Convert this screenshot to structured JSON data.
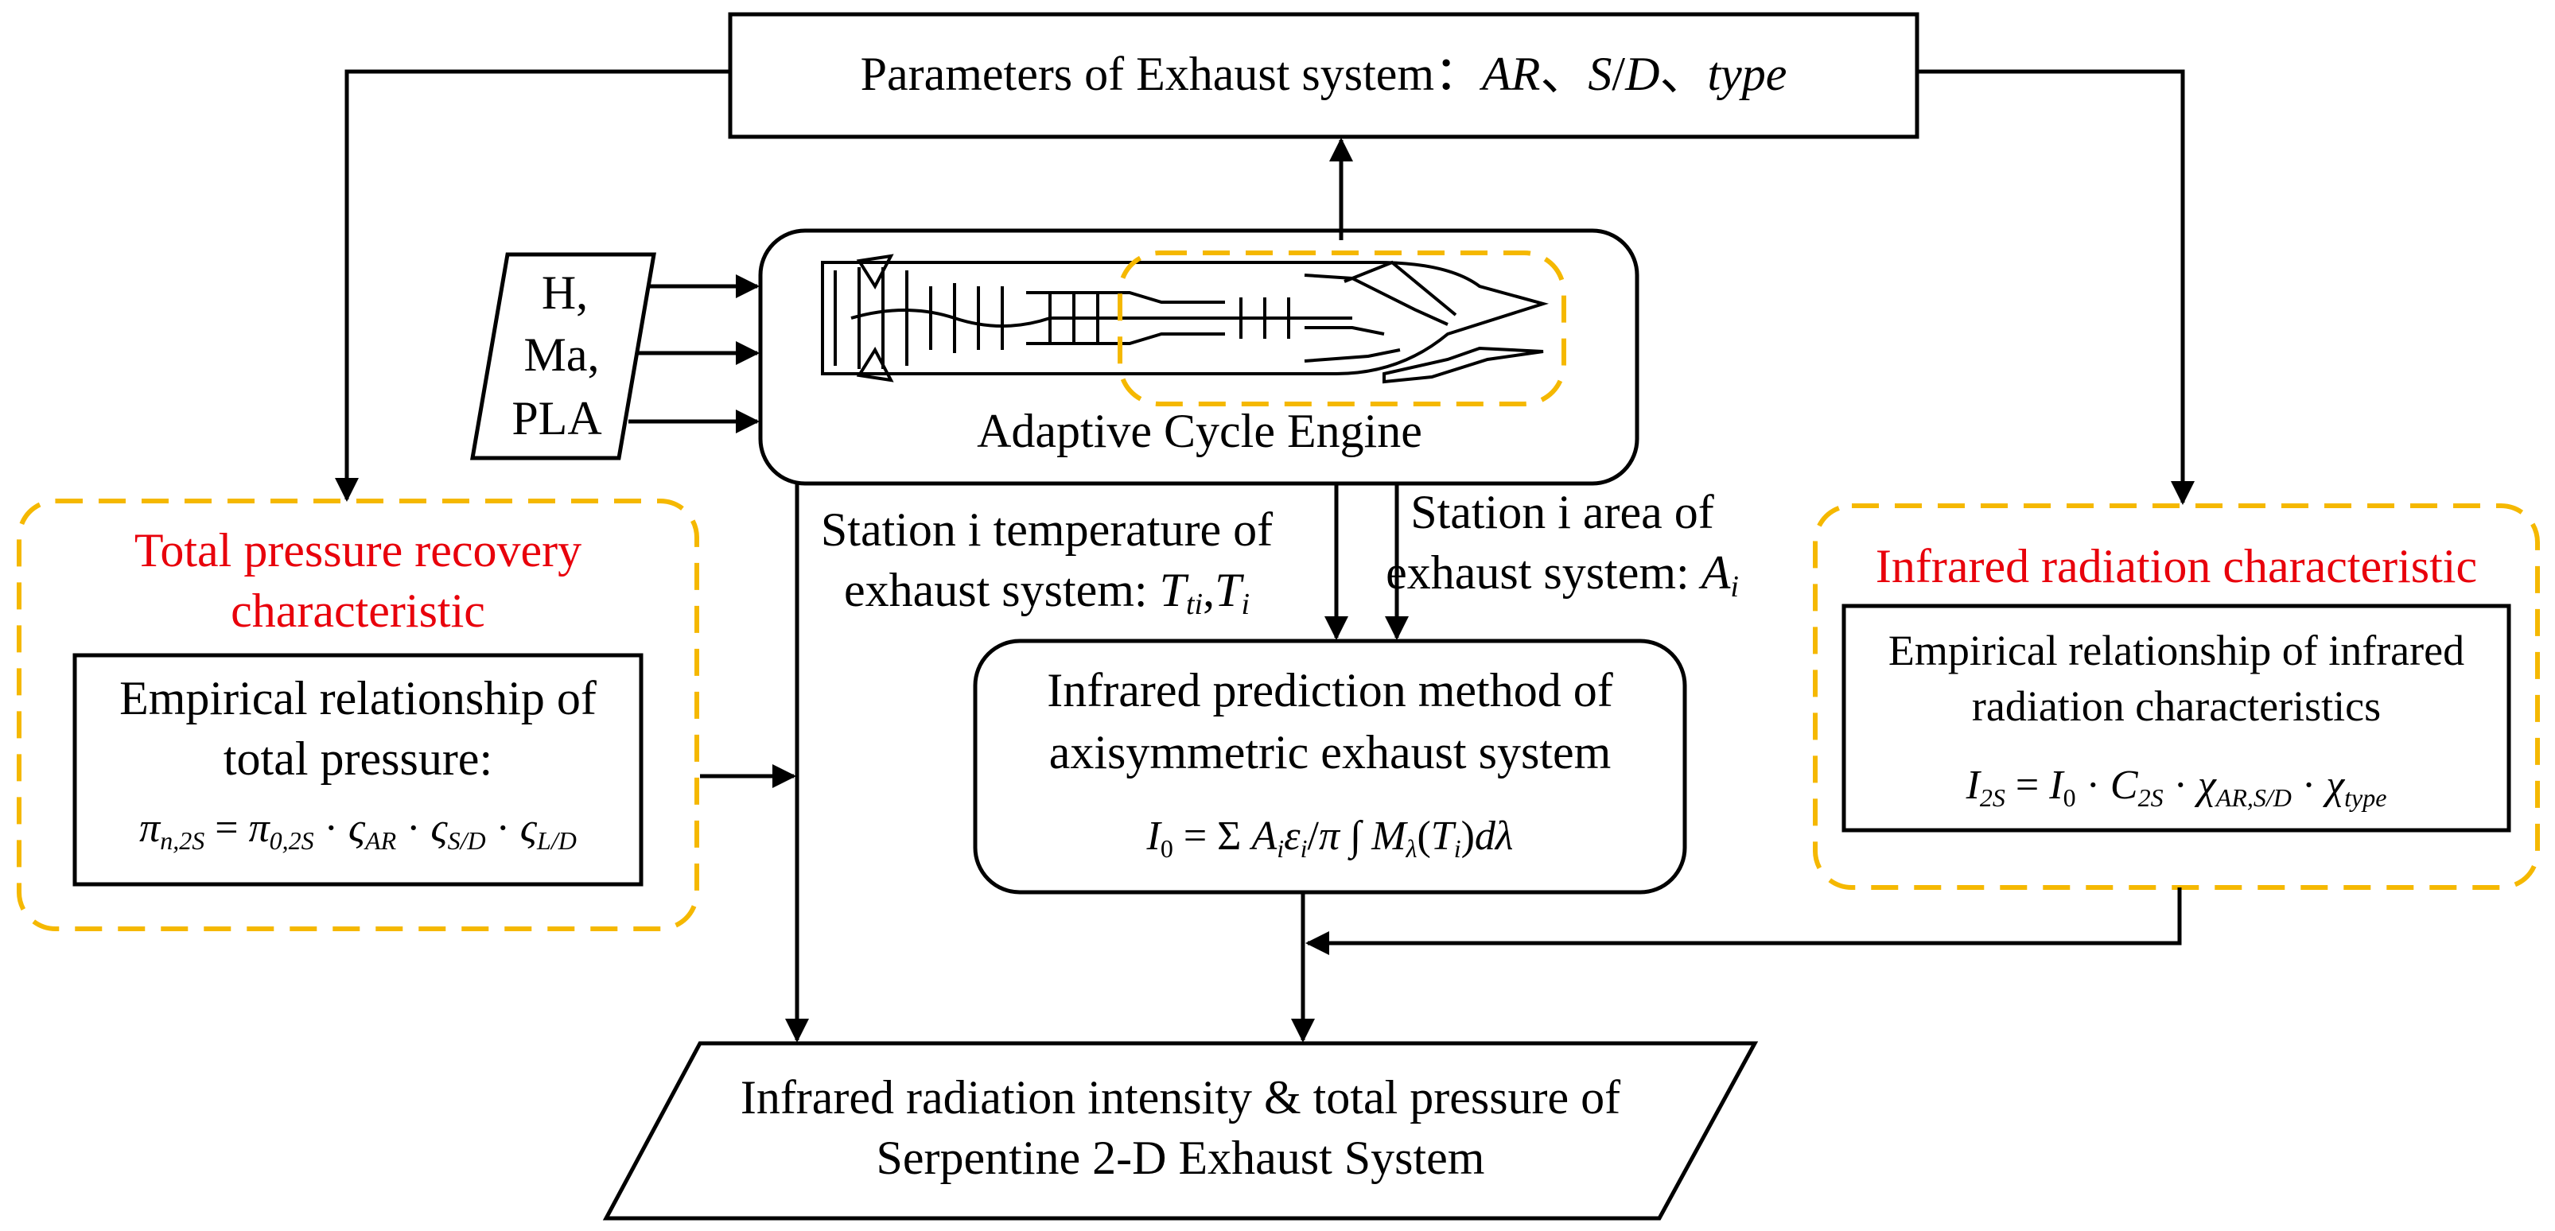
{
  "diagram": {
    "params_box": "Parameters of Exhaust system：AR、S/D、type",
    "inputs": [
      "H,",
      "Ma,",
      "PLA"
    ],
    "engine_label": "Adaptive Cycle Engine",
    "station_temp": {
      "line1": "Station i temperature of",
      "line2": "exhaust system: Tti,Ti"
    },
    "station_area": {
      "line1": "Station i area of",
      "line2": "exhaust system: Ai"
    },
    "pressure_group": {
      "title_line1": "Total pressure recovery",
      "title_line2": "characteristic",
      "box_line1": "Empirical relationship of",
      "box_line2": "total pressure:",
      "formula": "πn,2S = π0,2S · ςAR · ςS/D · ςL/D"
    },
    "infrared_group": {
      "title": "Infrared radiation characteristic",
      "box_line1": "Empirical relationship of infrared",
      "box_line2": "radiation characteristics",
      "formula": "I2S = I0 · C2S · χAR,S/D · χtype"
    },
    "prediction_box": {
      "line1": "Infrared prediction method of",
      "line2": "axisymmetric exhaust system",
      "formula": "I0 = Σ (Ai εi / π) ∫λ Mλ(Ti) dλ"
    },
    "output": {
      "line1": "Infrared radiation intensity & total pressure of",
      "line2": "Serpentine 2-D Exhaust System"
    },
    "colors": {
      "dash_border": "#f5b800",
      "title_red": "#e8000b",
      "stroke": "#000000"
    }
  }
}
